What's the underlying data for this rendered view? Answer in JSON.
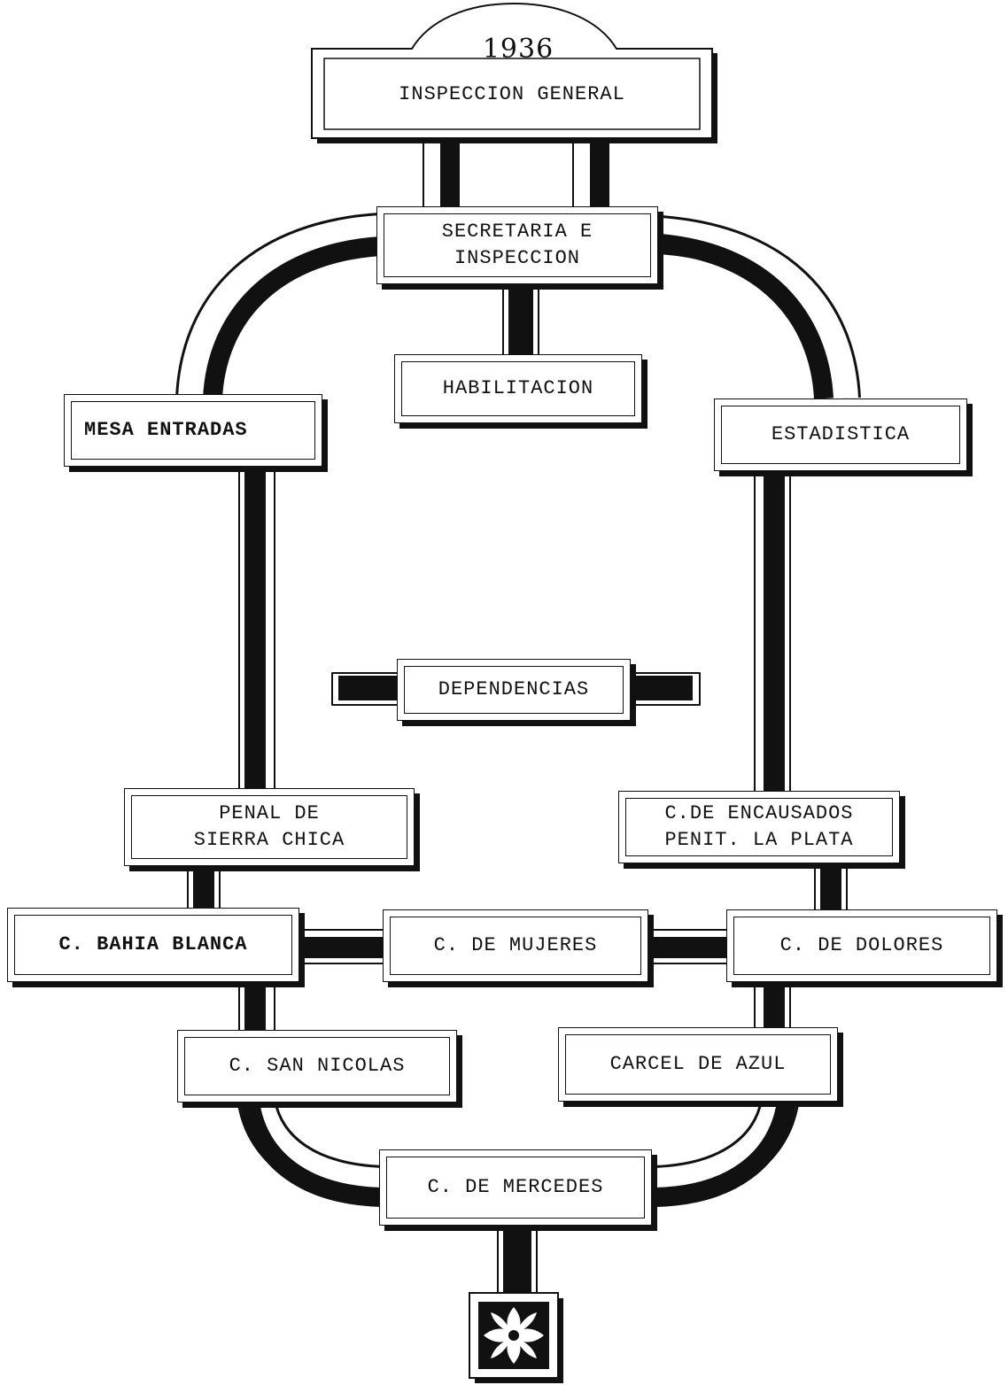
{
  "header": {
    "year": "1936",
    "title": "INSPECCION GENERAL"
  },
  "nodes": {
    "secretaria": "SECRETARIA E\nINSPECCION",
    "habilitacion": "HABILITACION",
    "mesa_entradas": "MESA ENTRADAS",
    "estadistica": "ESTADISTICA",
    "dependencias": "DEPENDENCIAS",
    "penal_sierra_chica": "PENAL DE\nSIERRA CHICA",
    "c_encausados": "C.DE ENCAUSADOS\nPENIT. LA PLATA",
    "c_bahia_blanca": "C. BAHIA BLANCA",
    "c_mujeres": "C. DE MUJERES",
    "c_dolores": "C. DE DOLORES",
    "c_san_nicolas": "C. SAN NICOLAS",
    "carcel_azul": "CARCEL DE AZUL",
    "c_mercedes": "C. DE MERCEDES"
  },
  "emblem": {
    "icon": "flower-icon"
  },
  "colors": {
    "ink": "#111111",
    "paper": "#ffffff"
  }
}
